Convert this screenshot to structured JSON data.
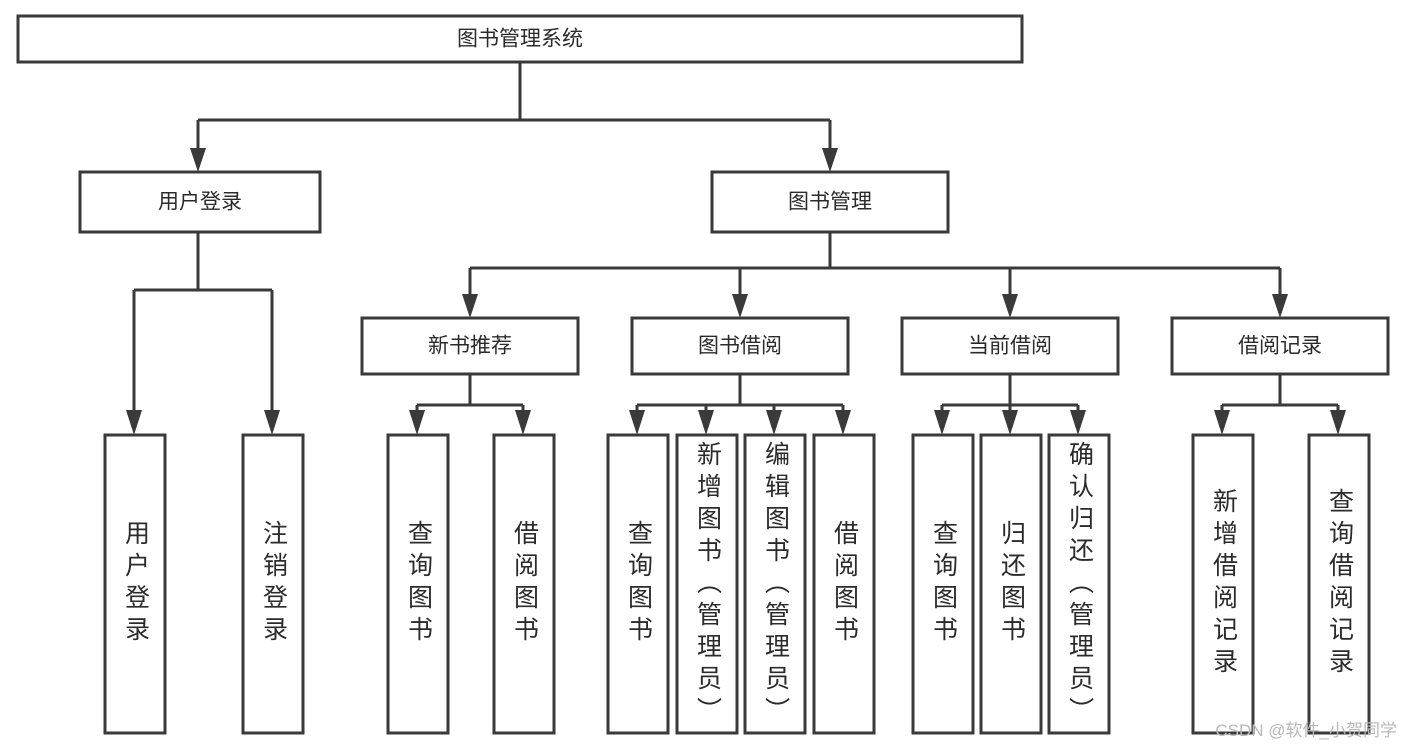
{
  "diagram": {
    "type": "tree",
    "title": "图书管理系统",
    "root": {
      "label": "图书管理系统"
    },
    "level1": [
      {
        "label": "用户登录"
      },
      {
        "label": "图书管理"
      }
    ],
    "level2": [
      {
        "label": "新书推荐"
      },
      {
        "label": "图书借阅"
      },
      {
        "label": "当前借阅"
      },
      {
        "label": "借阅记录"
      }
    ],
    "leaves": [
      {
        "label": "用户登录",
        "parent": "用户登录"
      },
      {
        "label": "注销登录",
        "parent": "用户登录"
      },
      {
        "label": "查询图书",
        "parent": "新书推荐"
      },
      {
        "label": "借阅图书",
        "parent": "新书推荐"
      },
      {
        "label": "查询图书",
        "parent": "图书借阅"
      },
      {
        "label": "新增图书（管理员）",
        "parent": "图书借阅"
      },
      {
        "label": "编辑图书（管理员）",
        "parent": "图书借阅"
      },
      {
        "label": "借阅图书",
        "parent": "图书借阅"
      },
      {
        "label": "查询图书",
        "parent": "当前借阅"
      },
      {
        "label": "归还图书",
        "parent": "当前借阅"
      },
      {
        "label": "确认归还（管理员）",
        "parent": "当前借阅"
      },
      {
        "label": "新增借阅记录",
        "parent": "借阅记录"
      },
      {
        "label": "查询借阅记录",
        "parent": "借阅记录"
      }
    ]
  },
  "watermark": {
    "text": "CSDN @软件_小贺同学"
  },
  "colors": {
    "stroke": "#3a3a3a",
    "text": "#2b2b2b",
    "background": "#ffffff",
    "watermark": "#b9b9b9"
  }
}
